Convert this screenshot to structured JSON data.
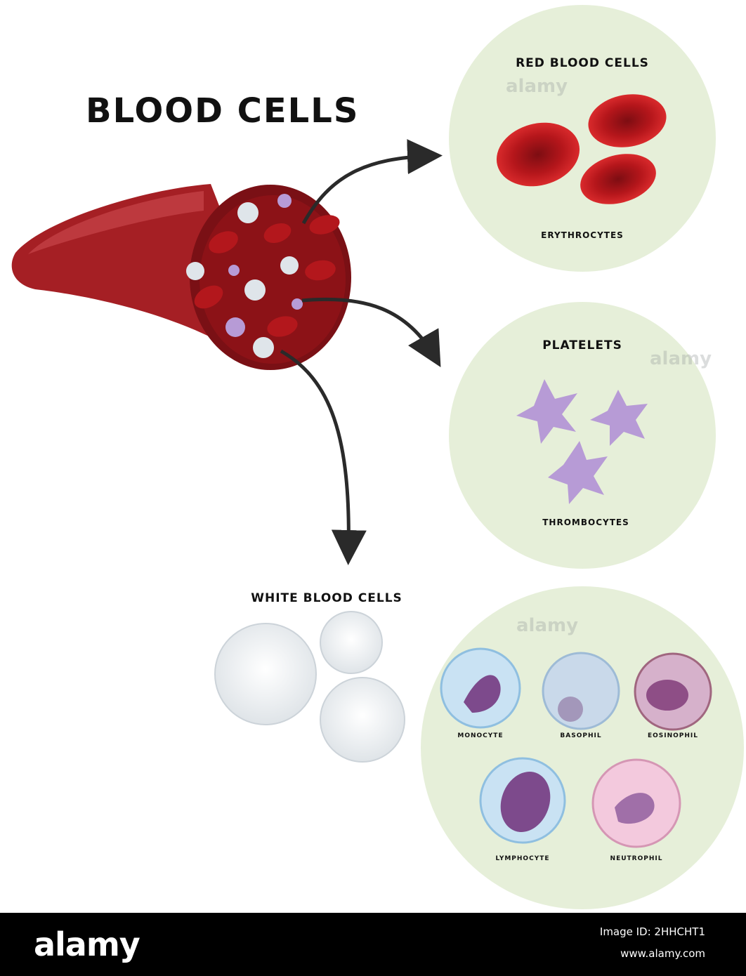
{
  "title": "BLOOD CELLS",
  "panels": {
    "red": {
      "heading": "RED BLOOD CELLS",
      "sublabel": "ERYTHROCYTES"
    },
    "platelets": {
      "heading": "PLATELETS",
      "sublabel": "THROMBOCYTES"
    },
    "white": {
      "heading": "WHITE BLOOD CELLS"
    }
  },
  "wbc_types": [
    "MONOCYTE",
    "BASOPHIL",
    "EOSINOPHIL",
    "LYMPHOCYTE",
    "NEUTROPHIL"
  ],
  "watermark": "alamy",
  "footer": {
    "logo": "alamy",
    "image_id_line": "Image ID: 2HHCHT1",
    "url": "www.alamy.com"
  },
  "colors": {
    "vessel": "#a51f24",
    "rbc": "#c8181d",
    "platelet": "#b79bd6",
    "circle_bg": "#e6efd9",
    "footer_bg": "#000000"
  }
}
